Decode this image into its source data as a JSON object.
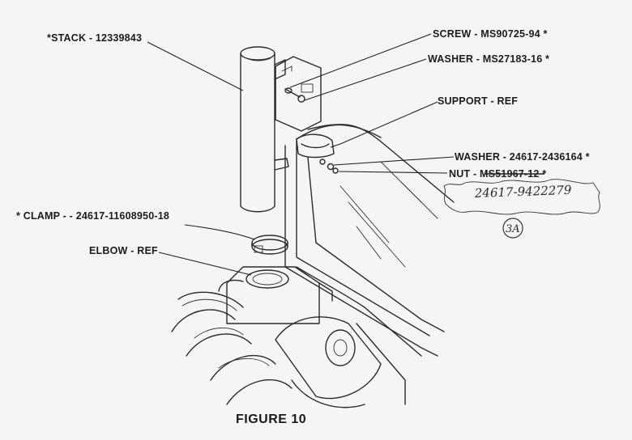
{
  "labels": {
    "stack": "*STACK - 12339843",
    "screw_prefix": "SCREW - MS90725-94 ",
    "screw_star": "*",
    "washer1_prefix": "WASHER - MS27183-16 ",
    "washer1_star": "*",
    "support": "SUPPORT - REF",
    "washer2_prefix": "WASHER - 24617-2436164 ",
    "washer2_star": "*",
    "nut_prefix": "NUT - ",
    "nut_struck": "MS51967-12",
    "nut_star": " *",
    "nut_handwritten": "24617-9422279",
    "clamp": "* CLAMP - - 24617-11608950-18",
    "elbow": "ELBOW - REF",
    "circle_note": "3A",
    "figure_caption": "FIGURE 10"
  },
  "colors": {
    "ink": "#2b2b2b",
    "paper": "#f6f5f3"
  }
}
